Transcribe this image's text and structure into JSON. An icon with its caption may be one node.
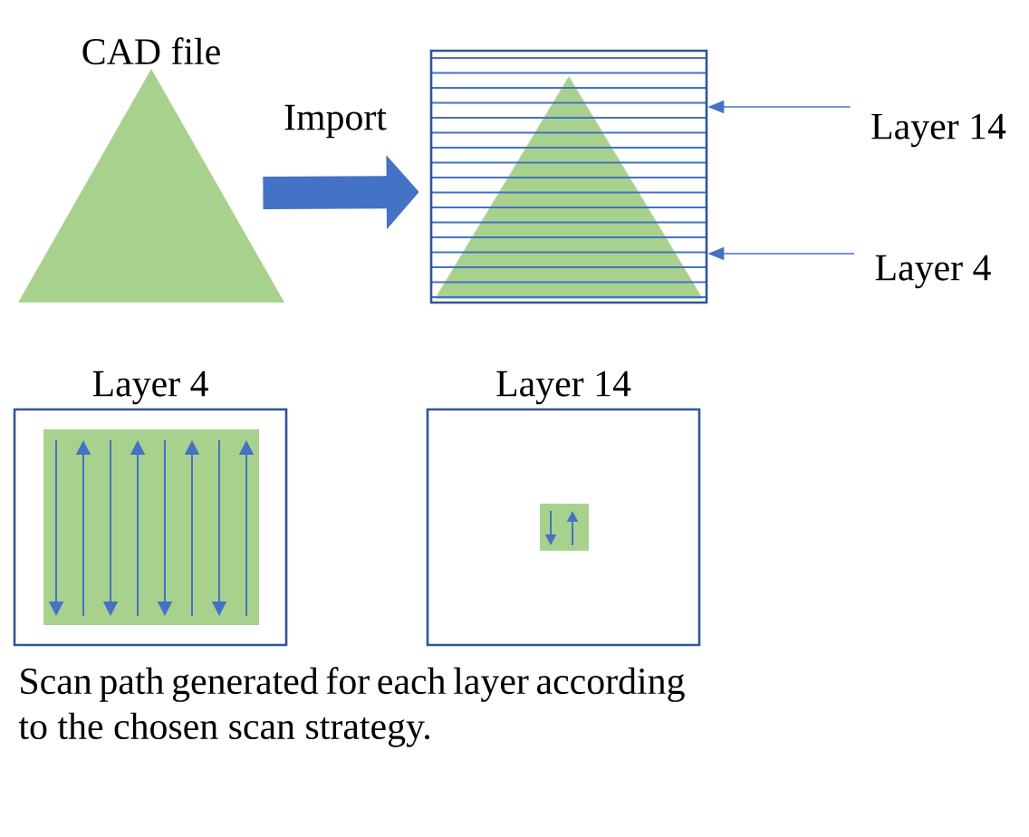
{
  "diagram": {
    "caption": "Scan path generated for each layer according to the chosen scan strategy.",
    "nodes": [
      {
        "text": [
          "CAD file"
        ]
      },
      {
        "text": [],
        "shape": "box"
      },
      {
        "text": [
          "Layer 14"
        ]
      },
      {
        "text": [
          "Layer 4"
        ]
      },
      {
        "text": [
          "Layer 4"
        ]
      },
      {
        "text": [
          "Layer 14"
        ]
      }
    ],
    "edges": [
      {
        "from": 0,
        "to": 1,
        "arrow": "to",
        "label": "Import",
        "style": "thick"
      },
      {
        "from": 2,
        "to": 1,
        "arrow": "to"
      },
      {
        "from": 3,
        "to": 1,
        "arrow": "to"
      }
    ]
  }
}
